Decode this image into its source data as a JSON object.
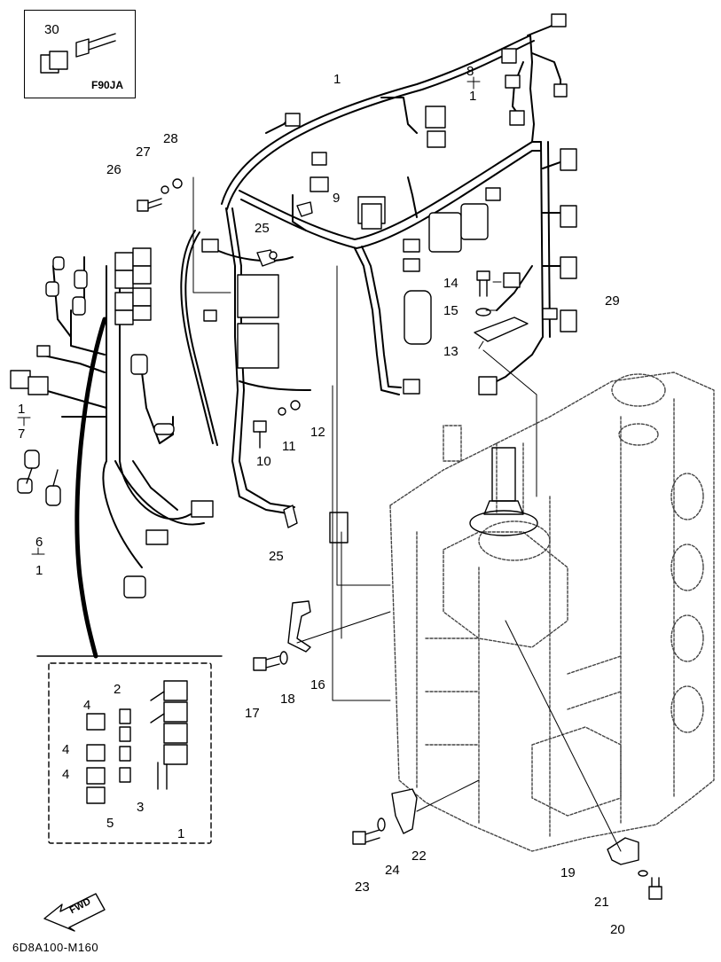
{
  "inset_top": {
    "callout": "30",
    "model": "F90JA"
  },
  "callouts": {
    "c1": "1",
    "c8": "8",
    "c8_sub": "1",
    "c9": "9",
    "c25a": "25",
    "c26": "26",
    "c27": "27",
    "c28": "28",
    "c14": "14",
    "c15": "15",
    "c29": "29",
    "c13": "13",
    "c7_top": "1",
    "c7": "7",
    "c6": "6",
    "c6_sub": "1",
    "c10": "10",
    "c11": "11",
    "c12": "12",
    "c25b": "25",
    "c16": "16",
    "c17": "17",
    "c18": "18",
    "c22": "22",
    "c23": "23",
    "c24": "24",
    "c19": "19",
    "c20": "20",
    "c21": "21"
  },
  "inset_bottom": {
    "c2": "2",
    "c3": "3",
    "c4a": "4",
    "c4b": "4",
    "c4c": "4",
    "c5": "5",
    "c1": "1"
  },
  "fwd_label": "FWD",
  "diagram_code": "6D8A100-M160"
}
